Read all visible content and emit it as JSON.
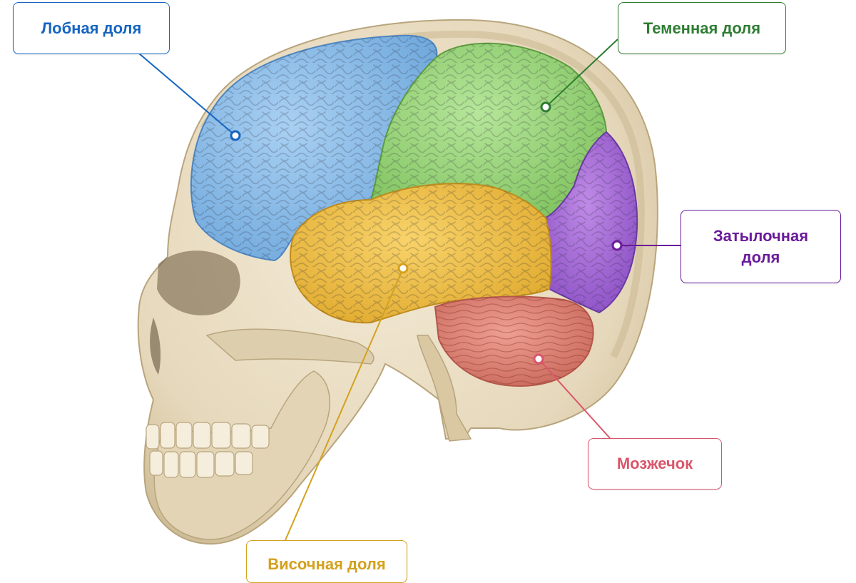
{
  "labels": {
    "frontal": {
      "text": "Лобная доля",
      "color": "#1565c0"
    },
    "parietal": {
      "text": "Теменная доля",
      "color": "#2e7d32"
    },
    "occipital": {
      "text": "Затылочная доля",
      "color": "#6a1b9a"
    },
    "cerebellum": {
      "text": "Мозжечок",
      "color": "#d9566a"
    },
    "temporal": {
      "text": "Височная доля",
      "color": "#d4a11e"
    }
  },
  "colors": {
    "frontal_lobe": "#8fbfe8",
    "parietal_lobe": "#9fd77f",
    "occipital_lobe": "#a86bd6",
    "temporal_lobe": "#f2c247",
    "cerebellum": "#e08a7c",
    "bone": "#e8dcc2",
    "bone_shadow": "#c9b894"
  }
}
